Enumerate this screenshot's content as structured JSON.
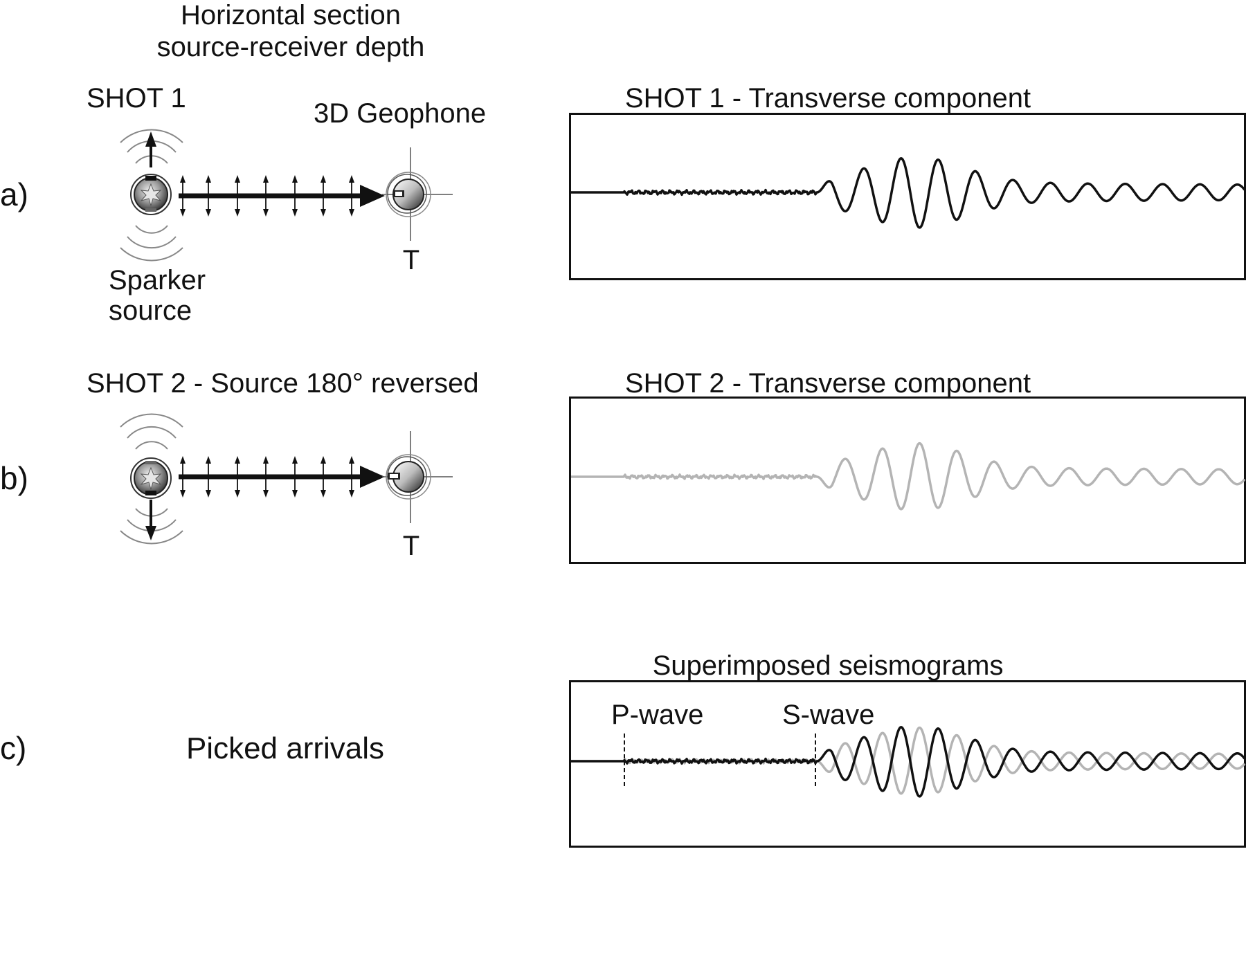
{
  "header": {
    "title_line1": "Horizontal section",
    "title_line2": "source-receiver depth"
  },
  "panel_a": {
    "row_label": "a)",
    "shot_label": "SHOT 1",
    "receiver_label": "3D Geophone",
    "source_label_line1": "Sparker",
    "source_label_line2": "source",
    "component_label": "T",
    "plot_title": "SHOT 1 - Transverse component",
    "source_direction": "up",
    "trace_color": "#111111"
  },
  "panel_b": {
    "row_label": "b)",
    "shot_label": "SHOT 2 - Source 180° reversed",
    "component_label": "T",
    "plot_title": "SHOT 2 - Transverse component",
    "source_direction": "down",
    "trace_color": "#b4b4b4"
  },
  "panel_c": {
    "row_label": "c)",
    "caption": "Picked arrivals",
    "plot_title": "Superimposed seismograms",
    "p_wave_label": "P-wave",
    "s_wave_label": "S-wave"
  },
  "icons": {
    "source": "sparker-source-icon",
    "receiver": "geophone-icon",
    "polarization": "double-arrow-icon"
  }
}
